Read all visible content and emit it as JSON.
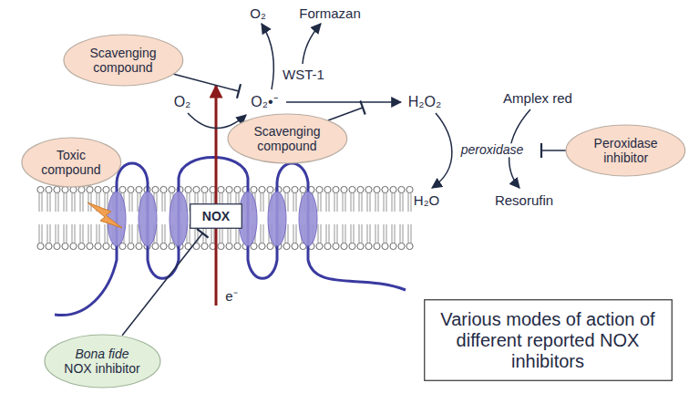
{
  "diagram": {
    "nodes": [
      {
        "text": [
          "Scavenging compound"
        ]
      },
      {
        "text": [
          "Toxic compound"
        ]
      },
      {
        "text": [
          "NOX"
        ]
      },
      {
        "text": [
          "Scavenging compound"
        ]
      },
      {
        "text": [
          "Peroxidase inhibitor"
        ]
      },
      {
        "text": [
          "Bona fide",
          "NOX inhibitor"
        ]
      },
      {
        "text": [
          "Various modes of action of different reported NOX inhibitors"
        ]
      }
    ],
    "edges": [
      {
        "from": 5,
        "to": 2,
        "arrow": "to"
      }
    ],
    "labels": [
      "O₂",
      "Formazan",
      "WST-1",
      "O₂",
      "O₂•⁻",
      "H₂O₂",
      "Amplex red",
      "peroxidase",
      "H₂O",
      "Resorufin",
      "e⁻"
    ]
  }
}
